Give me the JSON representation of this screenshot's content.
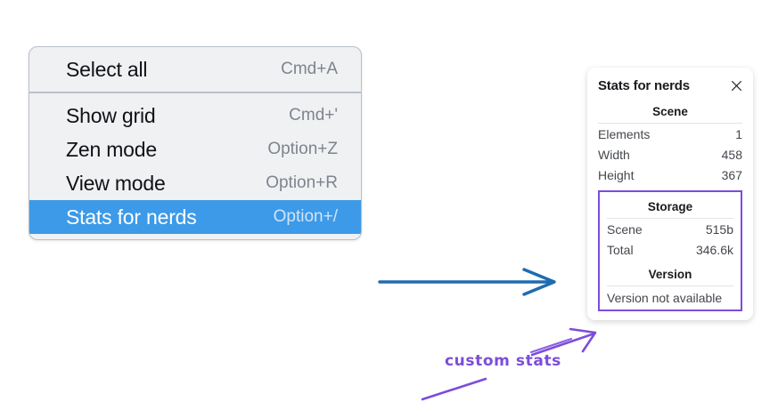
{
  "menu": {
    "name": "context-menu",
    "sections": [
      {
        "items": [
          {
            "label": "Select all",
            "shortcut": "Cmd+A",
            "selected": false
          }
        ]
      },
      {
        "items": [
          {
            "label": "Show grid",
            "shortcut": "Cmd+'",
            "selected": false
          },
          {
            "label": "Zen mode",
            "shortcut": "Option+Z",
            "selected": false
          },
          {
            "label": "View mode",
            "shortcut": "Option+R",
            "selected": false
          },
          {
            "label": "Stats for nerds",
            "shortcut": "Option+/",
            "selected": true
          }
        ]
      }
    ]
  },
  "stats_panel": {
    "title": "Stats for nerds",
    "close_icon": "close-icon",
    "scene": {
      "heading": "Scene",
      "rows": [
        {
          "key": "Elements",
          "value": "1"
        },
        {
          "key": "Width",
          "value": "458"
        },
        {
          "key": "Height",
          "value": "367"
        }
      ]
    },
    "storage": {
      "heading": "Storage",
      "rows": [
        {
          "key": "Scene",
          "value": "515b"
        },
        {
          "key": "Total",
          "value": "346.6k"
        }
      ]
    },
    "version": {
      "heading": "Version",
      "text": "Version not available"
    }
  },
  "annotations": {
    "handwritten_label": "custom stats",
    "blue_arrow": "arrow-from-menu-to-panel",
    "purple_arrow": "arrow-to-custom-stats-box",
    "purple_underline": "underline-stroke"
  },
  "colors": {
    "menu_background": "#f0f1f3",
    "menu_border": "#b9c0ca",
    "selection_blue": "#3d9ae8",
    "highlight_purple": "#7c4ddb",
    "arrow_blue": "#1f6cb0",
    "panel_white": "#ffffff"
  }
}
